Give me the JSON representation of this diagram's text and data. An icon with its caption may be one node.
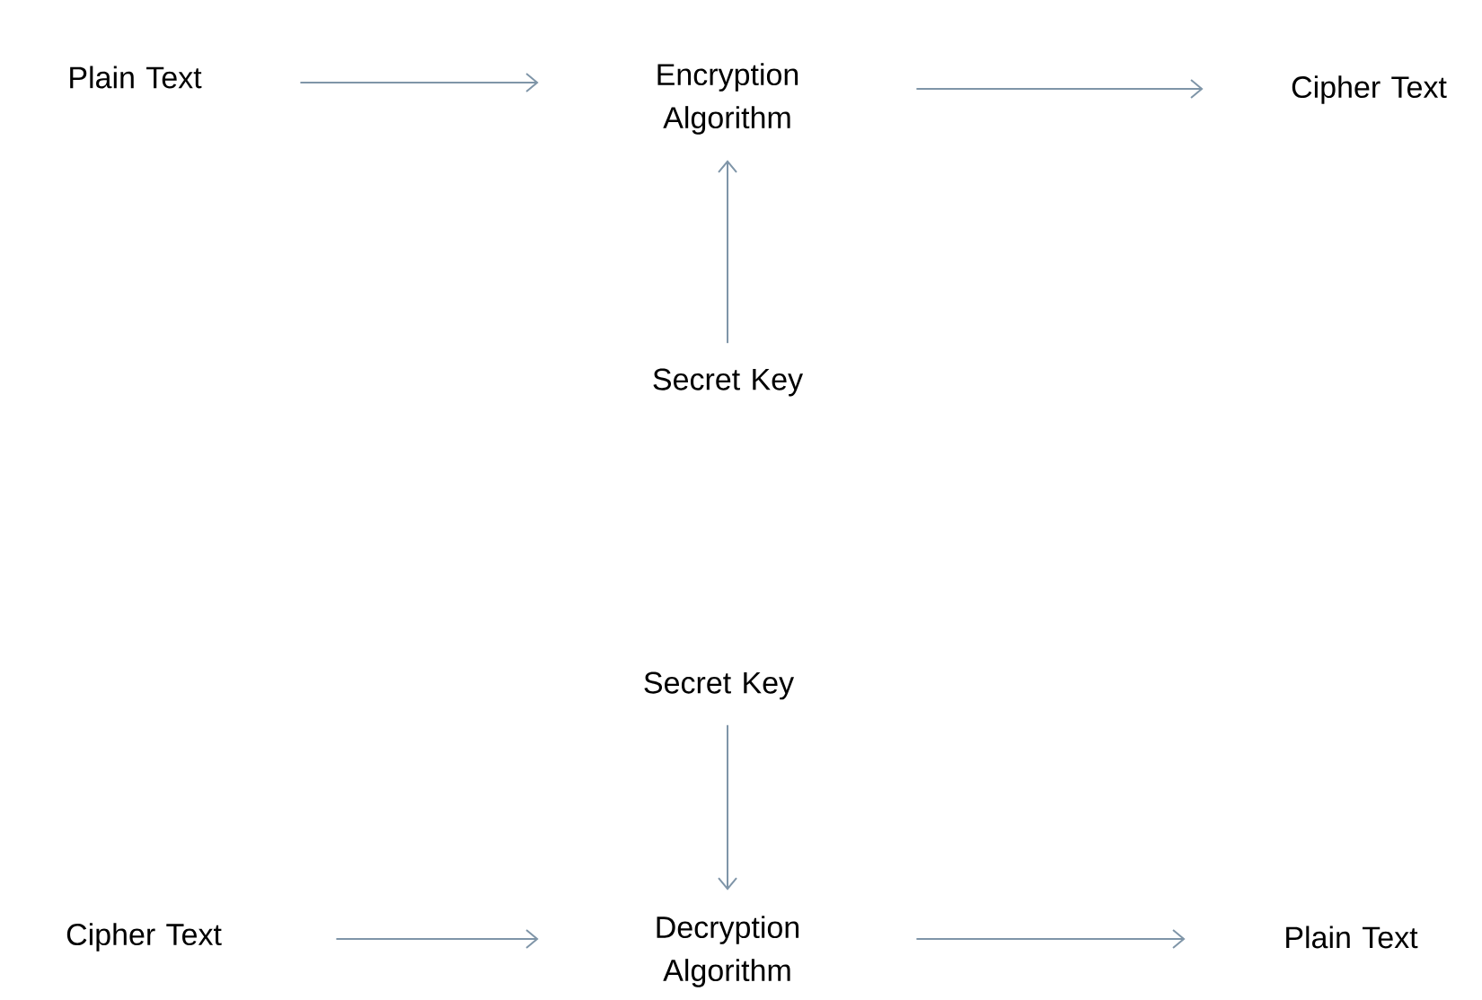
{
  "diagram": {
    "nodes": [
      {
        "text": [
          "Plain Text"
        ]
      },
      {
        "text": [
          "Encryption Algorithm"
        ]
      },
      {
        "text": [
          "Cipher Text"
        ]
      },
      {
        "text": [
          "Secret Key"
        ]
      },
      {
        "text": [
          "Secret Key"
        ]
      },
      {
        "text": [
          "Cipher Text"
        ]
      },
      {
        "text": [
          "Decryption Algorithm"
        ]
      },
      {
        "text": [
          "Plain Text"
        ]
      }
    ],
    "edges": [
      {
        "from": 0,
        "to": 1,
        "arrow": "to"
      },
      {
        "from": 1,
        "to": 2,
        "arrow": "to"
      },
      {
        "from": 3,
        "to": 1,
        "arrow": "to"
      },
      {
        "from": 4,
        "to": 6,
        "arrow": "to"
      },
      {
        "from": 5,
        "to": 6,
        "arrow": "to"
      },
      {
        "from": 6,
        "to": 7,
        "arrow": "to"
      }
    ]
  }
}
